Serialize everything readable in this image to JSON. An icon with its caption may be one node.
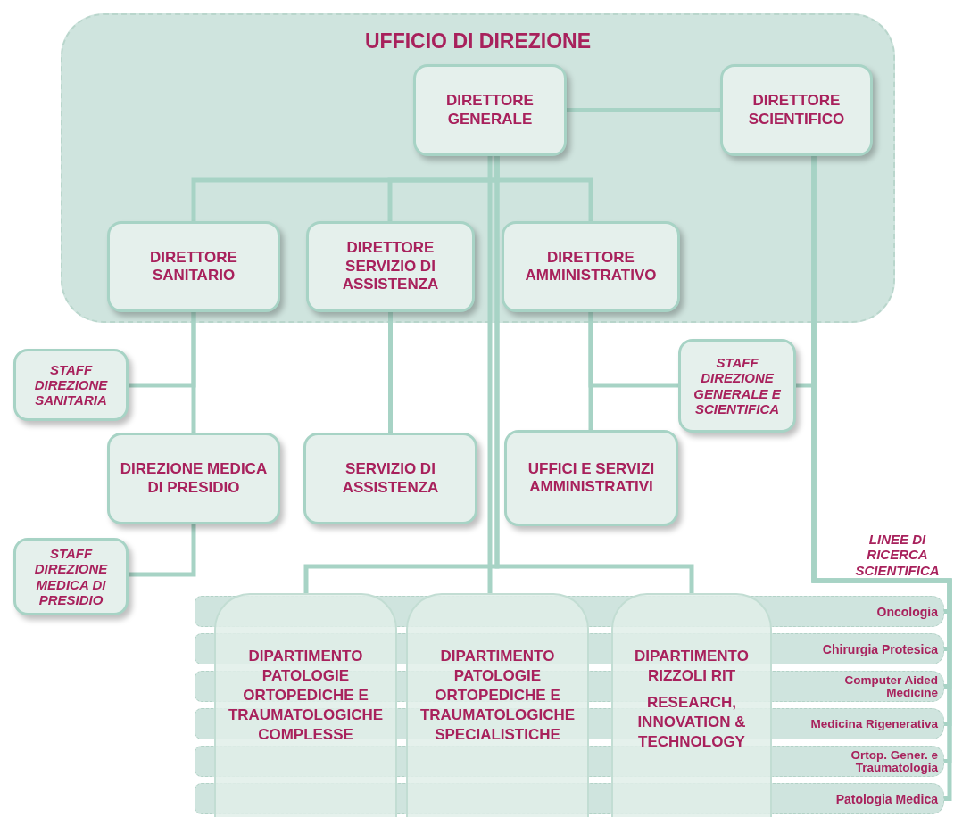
{
  "diagram": {
    "nodes": [
      {
        "text": [
          "UFFICIO DI DIREZIONE"
        ]
      },
      {
        "text": [
          "DIRETTORE GENERALE"
        ],
        "in": 0
      },
      {
        "text": [
          "DIRETTORE SCIENTIFICO"
        ],
        "in": 0
      },
      {
        "text": [
          "DIRETTORE SANITARIO"
        ],
        "in": 0
      },
      {
        "text": [
          "DIRETTORE SERVIZIO DI ASSISTENZA"
        ],
        "in": 0
      },
      {
        "text": [
          "DIRETTORE AMMINISTRATIVO"
        ],
        "in": 0
      },
      {
        "text": [
          "STAFF DIREZIONE SANITARIA"
        ]
      },
      {
        "text": [
          "DIREZIONE MEDICA DI PRESIDIO"
        ]
      },
      {
        "text": [
          "SERVIZIO DI ASSISTENZA"
        ]
      },
      {
        "text": [
          "UFFICI E SERVIZI AMMINISTRATIVI"
        ]
      },
      {
        "text": [
          "STAFF DIREZIONE GENERALE E SCIENTIFICA"
        ]
      },
      {
        "text": [
          "STAFF DIREZIONE MEDICA DI PRESIDIO"
        ]
      },
      {
        "text": [
          "Oncologia"
        ]
      },
      {
        "text": [
          "Chirurgia Protesica"
        ]
      },
      {
        "text": [
          "Computer Aided Medicine"
        ]
      },
      {
        "text": [
          "Medicina Rigenerativa"
        ]
      },
      {
        "text": [
          "Ortop. Gener. e Traumatologia"
        ]
      },
      {
        "text": [
          "Patologia Medica"
        ]
      },
      {
        "text": [
          "DIPARTIMENTO PATOLOGIE ORTOPEDICHE E TRAUMATOLOGICHE COMPLESSE"
        ]
      },
      {
        "text": [
          "DIPARTIMENTO PATOLOGIE ORTOPEDICHE E TRAUMATOLOGICHE SPECIALISTICHE"
        ]
      },
      {
        "text": [
          "DIPARTIMENTO RIZZOLI RIT",
          "RESEARCH, INNOVATION & TECHNOLOGY"
        ]
      }
    ],
    "edges": [
      {
        "from": 1,
        "to": 2,
        "arrow": "none"
      },
      {
        "from": 1,
        "to": 3,
        "arrow": "none"
      },
      {
        "from": 1,
        "to": 4,
        "arrow": "none"
      },
      {
        "from": 1,
        "to": 5,
        "arrow": "none"
      },
      {
        "from": 3,
        "to": 7,
        "arrow": "none"
      },
      {
        "from": 3,
        "to": 6,
        "arrow": "none"
      },
      {
        "from": 4,
        "to": 8,
        "arrow": "none"
      },
      {
        "from": 5,
        "to": 9,
        "arrow": "none"
      },
      {
        "from": 5,
        "to": 10,
        "arrow": "none"
      },
      {
        "from": 2,
        "to": 10,
        "arrow": "none"
      },
      {
        "from": 7,
        "to": 11,
        "arrow": "none"
      },
      {
        "from": 1,
        "to": 18,
        "arrow": "none"
      },
      {
        "from": 1,
        "to": 19,
        "arrow": "none"
      },
      {
        "from": 1,
        "to": 20,
        "arrow": "none"
      },
      {
        "from": 2,
        "to": 12,
        "arrow": "none"
      },
      {
        "from": 2,
        "to": 13,
        "arrow": "none"
      },
      {
        "from": 2,
        "to": 14,
        "arrow": "none"
      },
      {
        "from": 2,
        "to": 15,
        "arrow": "none"
      },
      {
        "from": 2,
        "to": 16,
        "arrow": "none"
      },
      {
        "from": 2,
        "to": 17,
        "arrow": "none"
      }
    ],
    "labels": [
      "LINEE DI RICERCA SCIENTIFICA"
    ]
  }
}
